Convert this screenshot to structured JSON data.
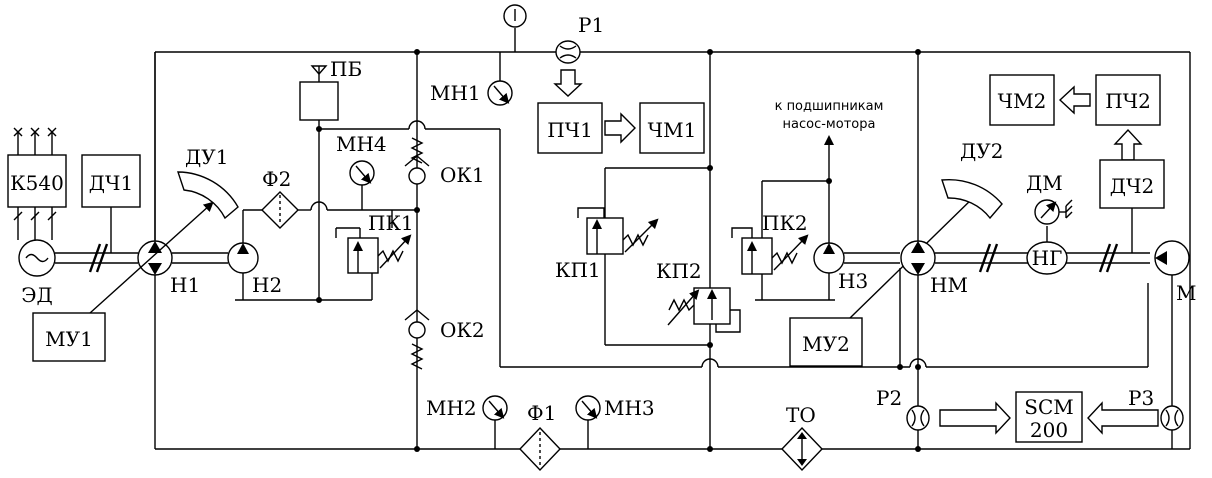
{
  "labels": {
    "k540": "К540",
    "dch1": "ДЧ1",
    "ed": "ЭД",
    "mu1": "МУ1",
    "du1": "ДУ1",
    "n1": "Н1",
    "n2": "Н2",
    "f2": "Ф2",
    "pb": "ПБ",
    "mn4": "МН4",
    "pk1": "ПК1",
    "ok1": "ОК1",
    "ok2": "ОК2",
    "mn1": "МН1",
    "mn2": "МН2",
    "mn3": "МН3",
    "f1": "Ф1",
    "r1": "Р1",
    "pch1": "ПЧ1",
    "chm1": "ЧМ1",
    "kp1": "КП1",
    "kp2": "КП2",
    "pk2": "ПК2",
    "n3": "Н3",
    "to": "ТО",
    "bearing_line1": "к подшипникам",
    "bearing_line2": "насос-мотора",
    "du2": "ДУ2",
    "dm": "ДМ",
    "chm2": "ЧМ2",
    "pch2": "ПЧ2",
    "dch2": "ДЧ2",
    "nm": "НМ",
    "ng": "НГ",
    "m": "М",
    "mu2": "МУ2",
    "r2": "Р2",
    "r3": "Р3",
    "scm_line1": "SCM",
    "scm_line2": "200"
  }
}
